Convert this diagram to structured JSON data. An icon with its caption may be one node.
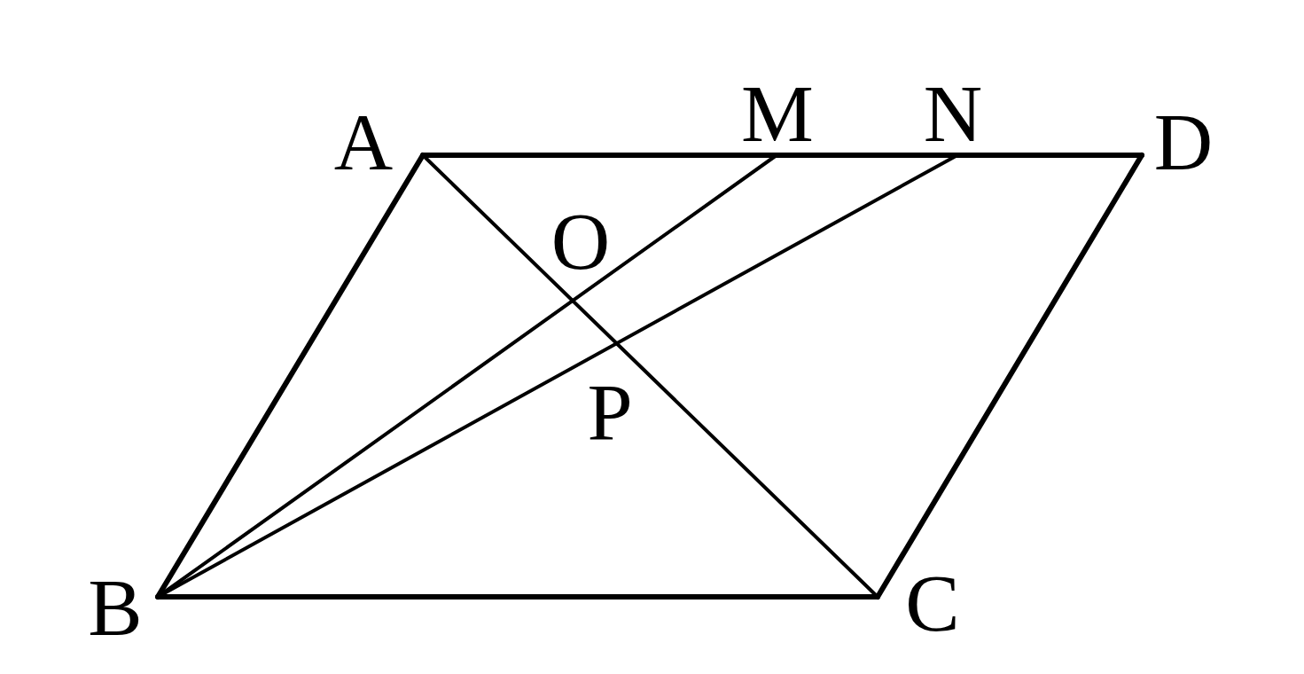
{
  "diagram": {
    "labels": [
      "A",
      "M",
      "N",
      "D",
      "O",
      "P",
      "B",
      "C"
    ]
  }
}
